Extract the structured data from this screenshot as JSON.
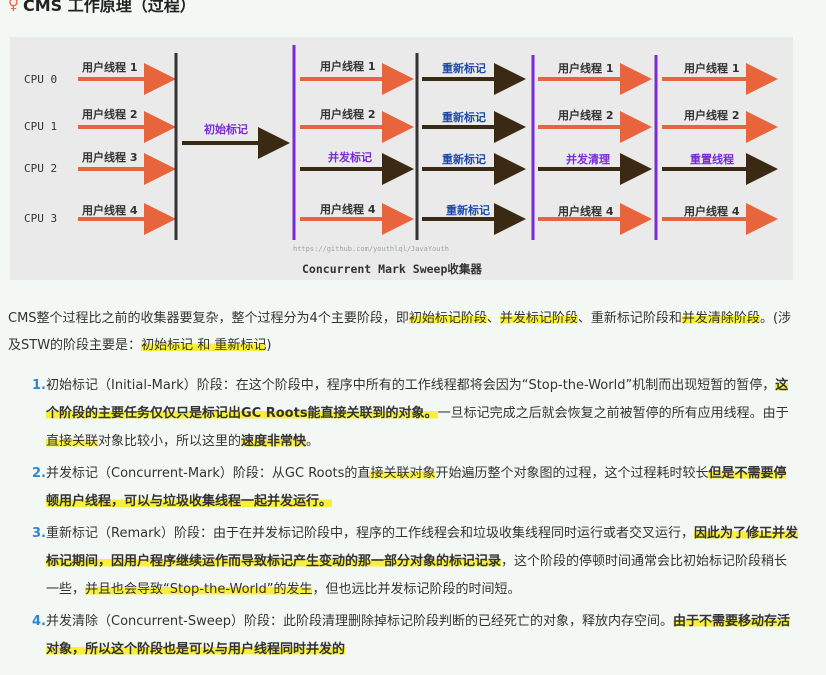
{
  "title": "CMS 工作原理（过程）",
  "icon": "link-icon",
  "figure": {
    "cpus": [
      "CPU 0",
      "CPU 1",
      "CPU 2",
      "CPU 3"
    ],
    "user_threads": [
      "用户线程 1",
      "用户线程 2",
      "用户线程 3",
      "用户线程 4"
    ],
    "initial_mark": "初始标记",
    "concurrent_mark": "并发标记",
    "remark": "重新标记",
    "concurrent_sweep": "并发清理",
    "reset": "重置线程",
    "watermark": "https://github.com/youthlql/JavaYouth",
    "caption": "Concurrent Mark Sweep收集器",
    "colors": {
      "orange": "#e8643c",
      "dark": "#3a2a14",
      "purple": "#7a2bd6",
      "blue": "#1f49a8"
    }
  },
  "intro": {
    "p1": "CMS整个过程比之前的收集器要复杂，整个过程分为4个主要阶段，即",
    "h1": "初始标记阶段",
    "s1": "、",
    "h2": "并发标记阶段",
    "s2": "、",
    "t1": "重新标记阶段",
    "s3": "和",
    "h3": "并发清除阶段",
    "s4": "。(涉及STW的阶段主要是：",
    "h4": "初始标记 和 重新标记",
    "s5": ")"
  },
  "steps": [
    {
      "num": "1.",
      "a": "初始标记（Initial-Mark）阶段：在这个阶段中，程序中所有的工作线程都将会因为“Stop-the-World”机制而出现短暂的暂停，",
      "b": "这个阶段的主要任务仅仅只是标记出GC Roots能直接关联到的对象。",
      "c": "一旦标记完成之后就会恢复之前被暂停的所有应用线程。由于",
      "d": "直接关联",
      "e": "对象比较小，所以这里的",
      "f": "速度非常快",
      "g": "。"
    },
    {
      "num": "2.",
      "a": "并发标记（Concurrent-Mark）阶段：从GC Roots的直",
      "b": "接关联对象",
      "c": "开始遍历整个对象图的过程，这个过程耗时较长",
      "d": "但是不需要停顿用户线程，可以与垃圾收集线程一起并发运行。"
    },
    {
      "num": "3.",
      "a": "重新标记（Remark）阶段：由于在并发标记阶段中，程序的工作线程会和垃圾收集线程同时运行或者交叉运行，",
      "b": "因此为了修正并发标记期间，因用户程序继续运作而导致标记产生变动的那一部分对象的标记记录",
      "c": "，这个阶段的停顿时间通常会比初始标记阶段稍长一些，",
      "d": "并且也会导致“Stop-the-World”的发生",
      "e": "，但也远比并发标记阶段的时间短。"
    },
    {
      "num": "4.",
      "a": "并发清除（Concurrent-Sweep）阶段：此阶段清理删除掉标记阶段判断的已经死亡的对象，释放内存空间。",
      "b": "由于不需要移动存活对象，所以这个阶段也是可以与用户线程同时并发的"
    }
  ]
}
